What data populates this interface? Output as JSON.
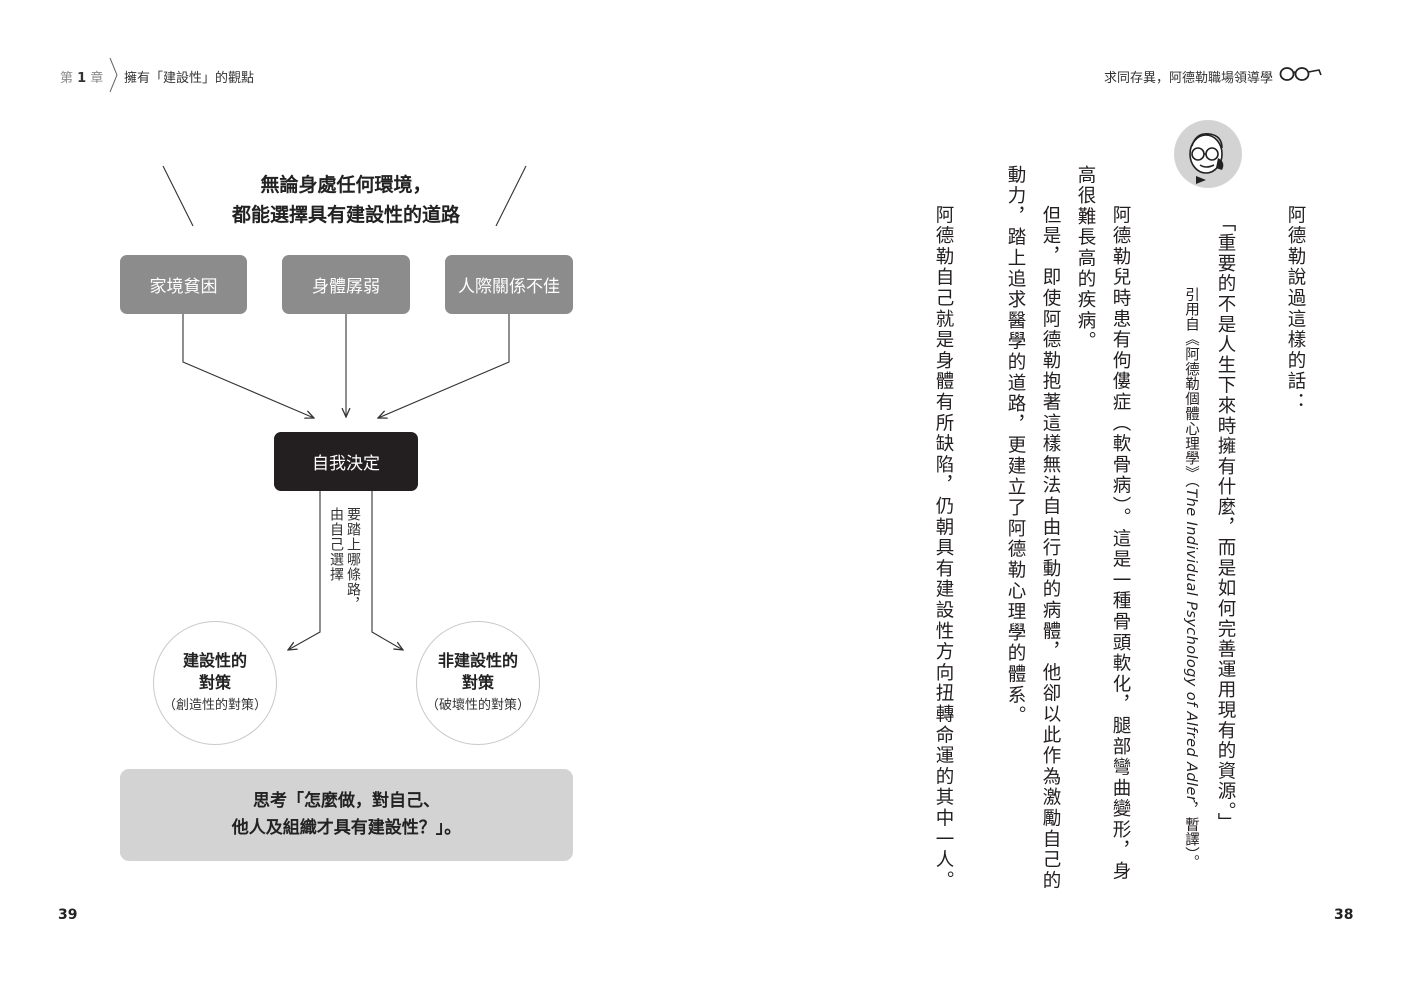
{
  "header": {
    "chapter_prefix": "第",
    "chapter_number": "1",
    "chapter_suffix": "章",
    "chapter_title": "擁有「建設性」的觀點",
    "book_title": "求同存異，阿德勒職場領導學"
  },
  "page_numbers": {
    "left": "39",
    "right": "38"
  },
  "diagram": {
    "title_line1": "無論身處任何環境，",
    "title_line2": "都能選擇具有建設性的道路",
    "circumstances": [
      "家境貧困",
      "身體孱弱",
      "人際關係不佳"
    ],
    "decision": "自我決定",
    "path_note_line1": "要踏上哪條路，",
    "path_note_line2": "由自己選擇",
    "constructive": {
      "title_line1": "建設性的",
      "title_line2": "對策",
      "subtitle": "（創造性的對策）"
    },
    "nonconstructive": {
      "title_line1": "非建設性的",
      "title_line2": "對策",
      "subtitle": "（破壞性的對策）"
    },
    "conclusion_line1": "思考「怎麼做，對自己、",
    "conclusion_line2": "他人及組織才具有建設性？」。"
  },
  "text": {
    "col1": "阿德勒說過這樣的話：",
    "quote_line1": "「重要的不是人生下來時擁有什麼，而是如何完善運用現有的資源。」",
    "cite_prefix": "引用自《阿德勒個體心理學》（",
    "cite_title_en": "The Individual Psychology of Alfred Adler",
    "cite_suffix": "，暫譯）。",
    "col4": "阿德勒兒時患有佝僂症（軟骨病）。這是一種骨頭軟化，腿部彎曲變形，身",
    "col5": "高很難長高的疾病。",
    "col6": "但是，即使阿德勒抱著這樣無法自由行動的病體，他卻以此作為激勵自己的",
    "col7": "動力，踏上追求醫學的道路，更建立了阿德勒心理學的體系。",
    "col8": "阿德勒自己就是身體有所缺陷，仍朝具有建設性方向扭轉命運的其中一人。"
  }
}
